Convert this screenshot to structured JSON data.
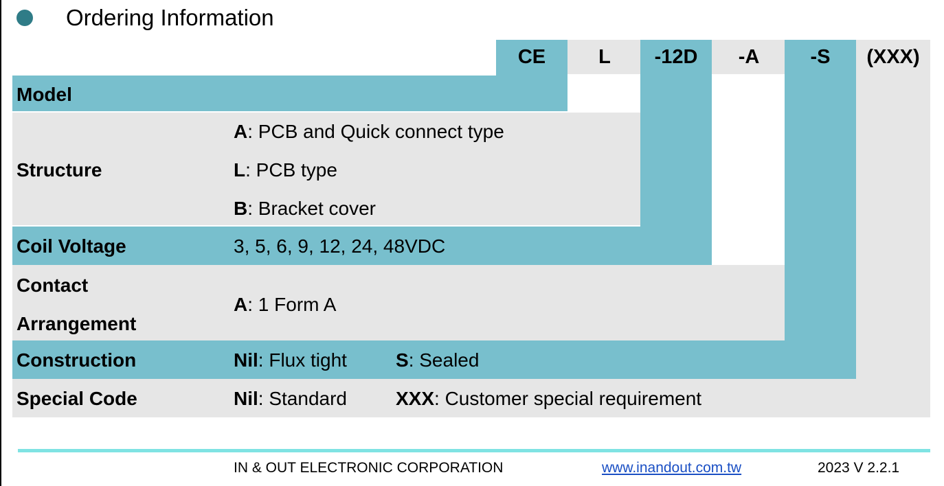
{
  "section": {
    "title": "Ordering Information"
  },
  "codes": {
    "ce": "CE",
    "l": "L",
    "voltage": "-12D",
    "arrangement": "-A",
    "construction": "-S",
    "special": "(XXX)"
  },
  "rows": {
    "model": {
      "label": "Model"
    },
    "structure": {
      "label": "Structure",
      "options": [
        {
          "key": "A",
          "text": ": PCB and Quick connect type"
        },
        {
          "key": "L",
          "text": ": PCB type"
        },
        {
          "key": "B",
          "text": ": Bracket cover"
        }
      ]
    },
    "coil_voltage": {
      "label": "Coil Voltage",
      "value": "3, 5, 6, 9, 12, 24, 48VDC"
    },
    "contact": {
      "label_line1": "Contact",
      "label_line2": "Arrangement",
      "key": "A",
      "text": ": 1 Form A"
    },
    "construction": {
      "label": "Construction",
      "key1": "Nil",
      "text1": ": Flux tight",
      "key2": "S",
      "text2": ": Sealed"
    },
    "special_code": {
      "label": "Special Code",
      "key1": "Nil",
      "text1": ": Standard",
      "key2": "XXX",
      "text2": ": Customer special requirement"
    }
  },
  "footer": {
    "company": "IN & OUT ELECTRONIC CORPORATION",
    "website": "www.inandout.com.tw",
    "version": "2023 V 2.2.1"
  },
  "colors": {
    "teal": "#78bfcd",
    "gray": "#e6e6e6",
    "bullet": "#2f7c87",
    "rule": "#7fe3e3",
    "link": "#1a4fc4"
  }
}
